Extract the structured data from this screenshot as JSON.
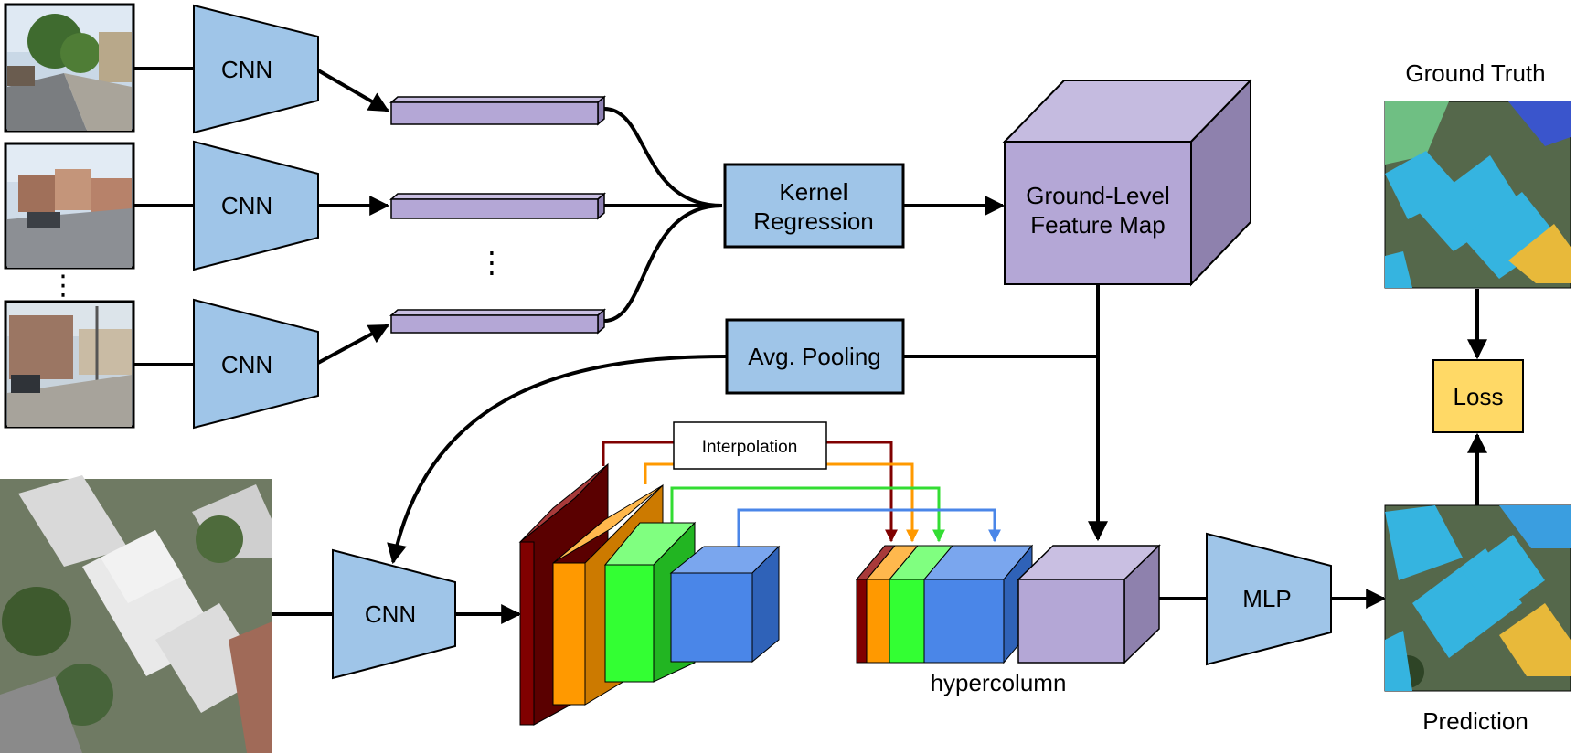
{
  "labels": {
    "cnn_1": "CNN",
    "cnn_2": "CNN",
    "cnn_3": "CNN",
    "cnn_aerial": "CNN",
    "kernel_regression_line1": "Kernel",
    "kernel_regression_line2": "Regression",
    "ground_level_line1": "Ground-Level",
    "ground_level_line2": "Feature Map",
    "avg_pooling": "Avg. Pooling",
    "interpolation": "Interpolation",
    "hypercolumn": "hypercolumn",
    "mlp": "MLP",
    "loss": "Loss",
    "ground_truth": "Ground Truth",
    "prediction": "Prediction",
    "vertical_ellipsis": "⋮"
  },
  "colors": {
    "cnn_fill": "#9fc5e8",
    "feature_fill": "#b4a7d6",
    "loss_fill": "#ffd966",
    "layer_darkred": "#800000",
    "layer_orange": "#ff9900",
    "layer_green": "#33ff33",
    "layer_blue": "#4a86e8",
    "building_cyan": "#35b4e0",
    "building_yellow": "#e8b93a",
    "building_green": "#6fbf83",
    "building_blue": "#3a55cc"
  }
}
